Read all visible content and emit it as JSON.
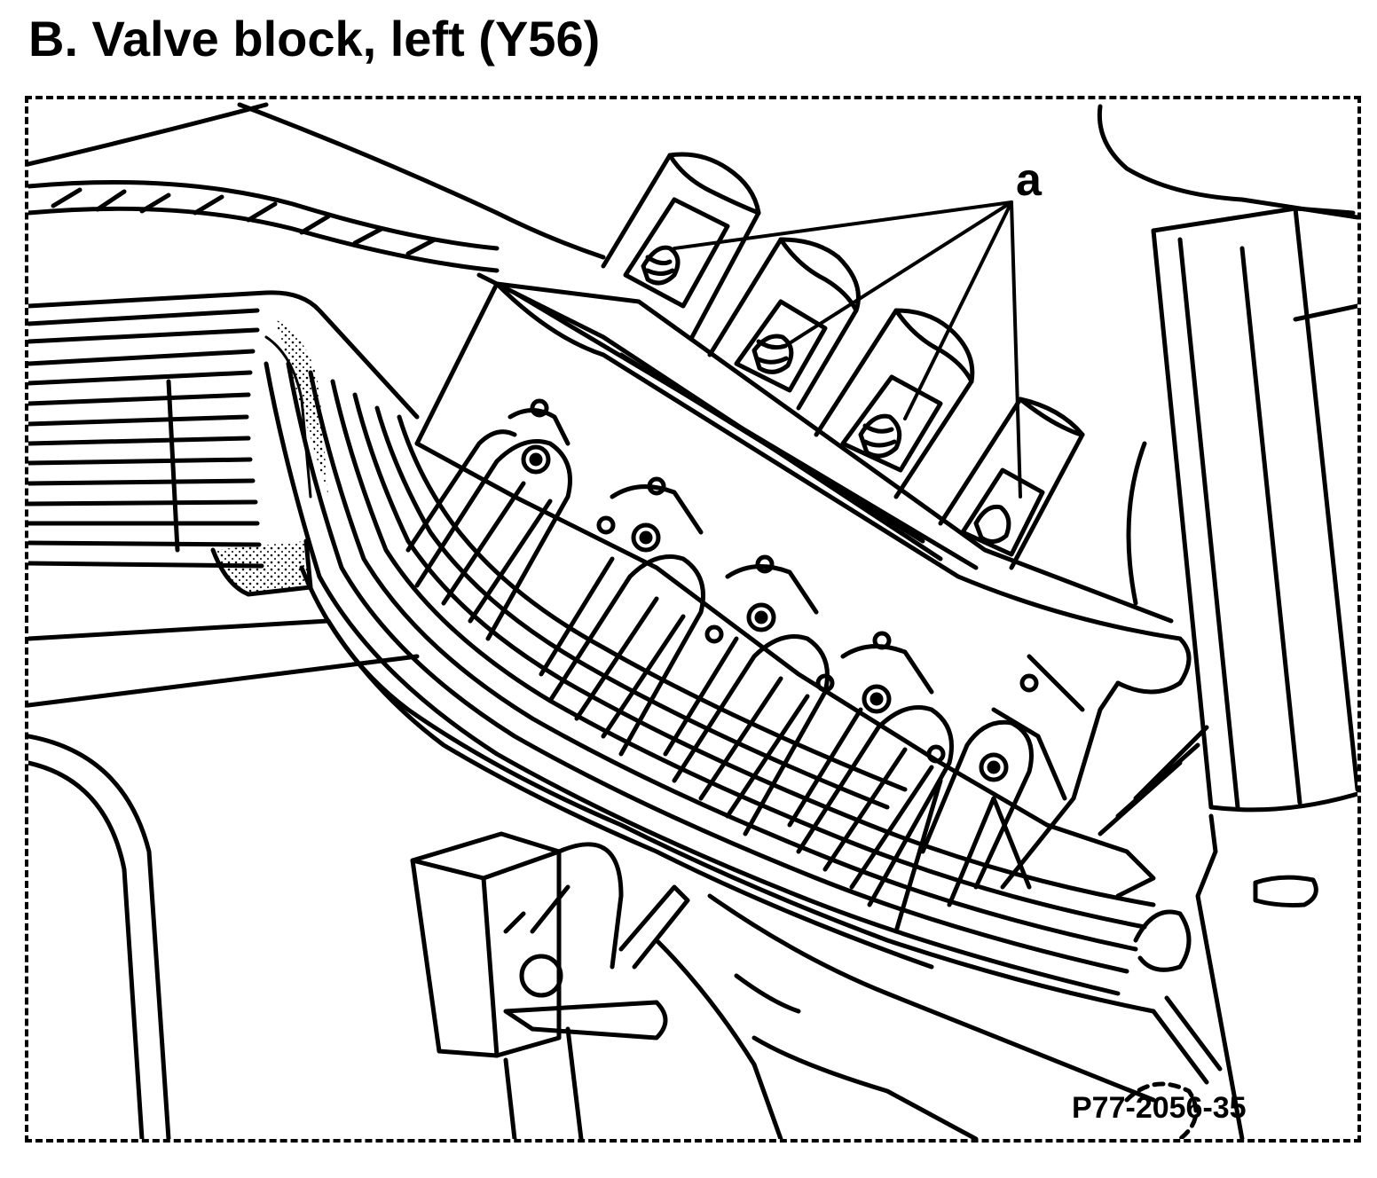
{
  "title": "B. Valve block, left (Y56)",
  "callouts": [
    {
      "label": "a"
    }
  ],
  "reference_code": "P77-2056-35",
  "colors": {
    "ink": "#000000",
    "background": "#ffffff"
  }
}
